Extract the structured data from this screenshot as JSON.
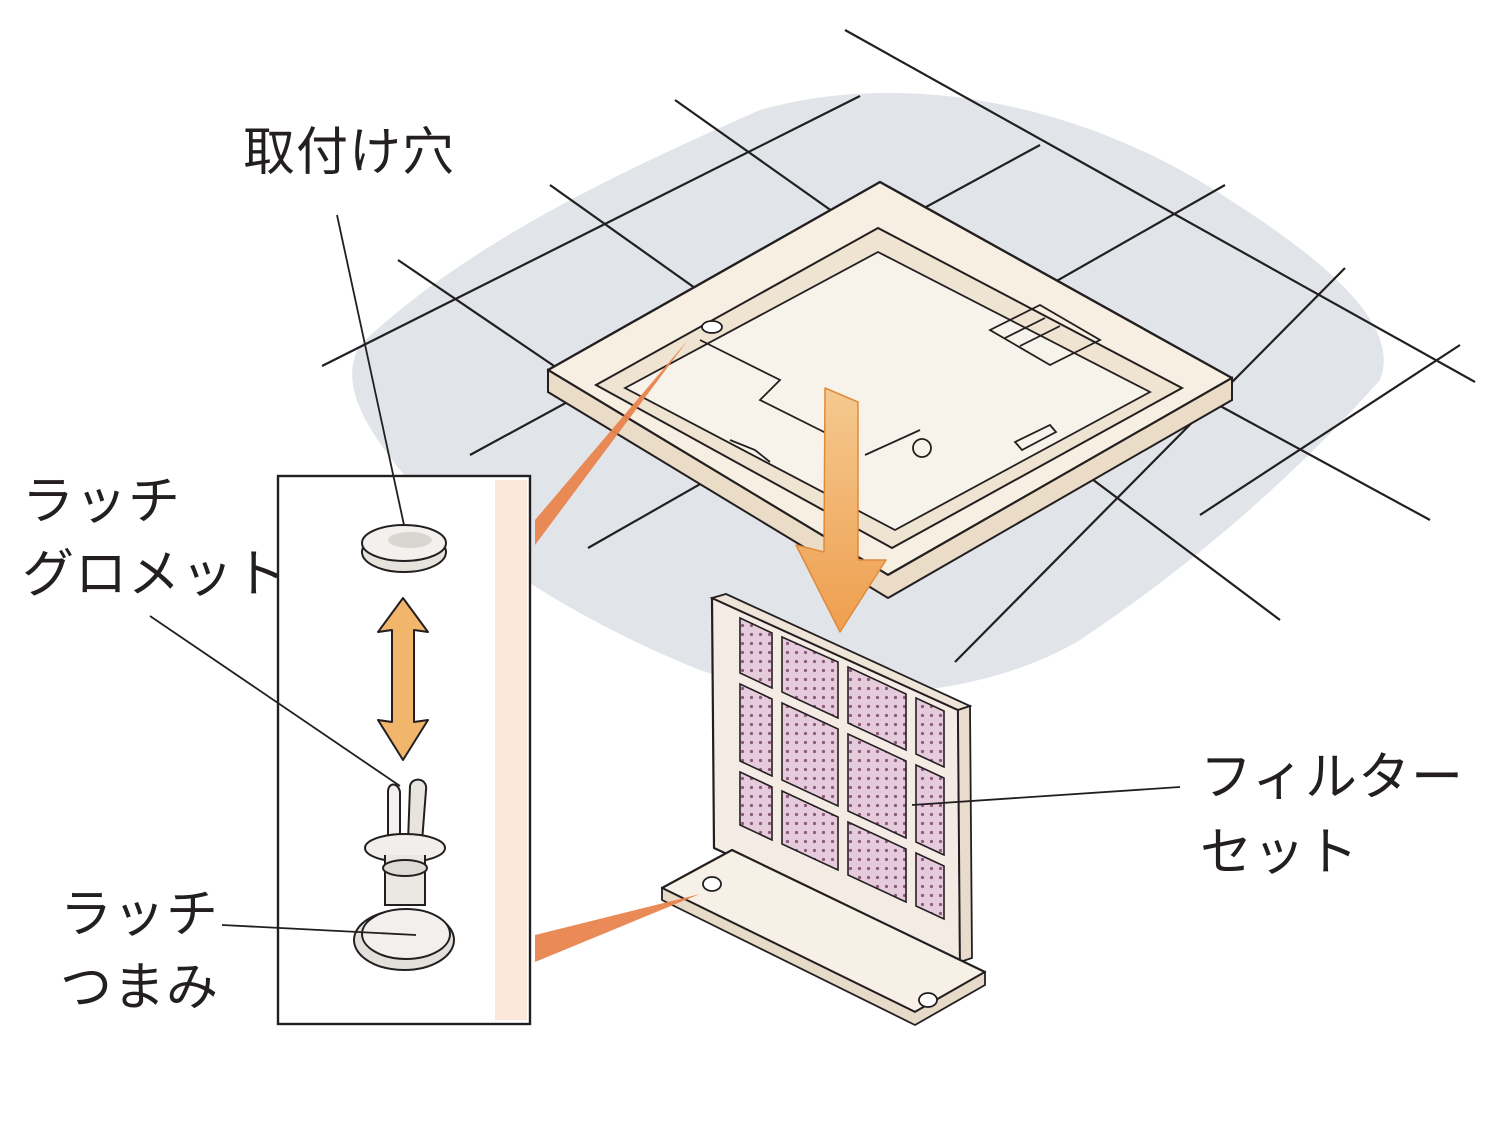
{
  "labels": {
    "mount_hole": "取付け穴",
    "latch_grommet": [
      "ラッチ",
      "グロメット"
    ],
    "latch_knob": [
      "ラッチ",
      "つまみ"
    ],
    "filter_set": [
      "フィルター",
      "セット"
    ]
  },
  "colors": {
    "ink": "#231f20",
    "ceiling_wash": "#dfe3e7",
    "panel_cream": "#f6efe2",
    "panel_shadow": "#e4d7c2",
    "arrow_orange": "#f0b56a",
    "pointer_orange": "#e8844e",
    "filter_mesh": "#d9b8cf",
    "filter_frame": "#f5ede4",
    "inset_glow": "#f6c8a6"
  }
}
